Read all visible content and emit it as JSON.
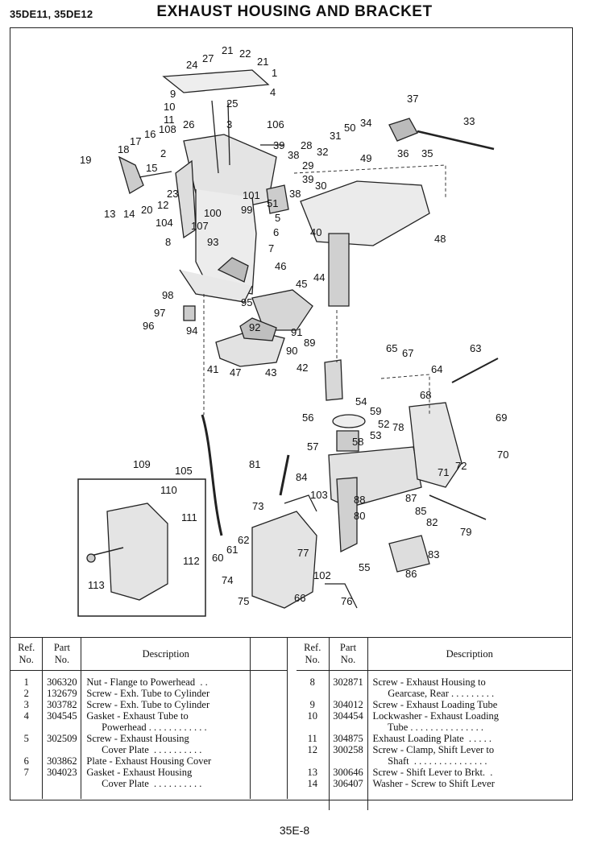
{
  "header": {
    "models": "35DE11, 35DE12",
    "title": "EXHAUST HOUSING AND BRACKET"
  },
  "diagram": {
    "callouts": [
      "1",
      "2",
      "3",
      "4",
      "5",
      "6",
      "7",
      "8",
      "9",
      "10",
      "11",
      "12",
      "13",
      "14",
      "15",
      "16",
      "17",
      "18",
      "19",
      "20",
      "21",
      "21",
      "22",
      "23",
      "24",
      "25",
      "26",
      "27",
      "28",
      "29",
      "30",
      "31",
      "32",
      "33",
      "34",
      "35",
      "36",
      "37",
      "38",
      "38",
      "39",
      "39",
      "40",
      "41",
      "42",
      "43",
      "44",
      "45",
      "46",
      "47",
      "48",
      "49",
      "50",
      "51",
      "52",
      "53",
      "54",
      "55",
      "56",
      "57",
      "58",
      "59",
      "60",
      "61",
      "62",
      "63",
      "64",
      "65",
      "66",
      "67",
      "68",
      "69",
      "70",
      "71",
      "72",
      "73",
      "74",
      "75",
      "76",
      "77",
      "78",
      "79",
      "80",
      "81",
      "82",
      "83",
      "84",
      "85",
      "86",
      "87",
      "88",
      "89",
      "90",
      "91",
      "92",
      "93",
      "94",
      "95",
      "96",
      "97",
      "98",
      "99",
      "100",
      "101",
      "102",
      "103",
      "104",
      "105",
      "106",
      "107",
      "108",
      "109",
      "110",
      "111",
      "112",
      "113"
    ]
  },
  "table": {
    "headers": {
      "ref": "Ref.\nNo.",
      "part": "Part\nNo.",
      "description": "Description"
    },
    "left_rows": [
      {
        "ref": "1",
        "part": "306320",
        "desc": "Nut - Flange to Powerhead  . ."
      },
      {
        "ref": "2",
        "part": "132679",
        "desc": "Screw - Exh. Tube to Cylinder"
      },
      {
        "ref": "3",
        "part": "303782",
        "desc": "Screw - Exh. Tube to Cylinder"
      },
      {
        "ref": "4",
        "part": "304545",
        "desc": "Gasket - Exhaust Tube to\n      Powerhead . . . . . . . . . . . ."
      },
      {
        "ref": "5",
        "part": "302509",
        "desc": "Screw - Exhaust Housing\n      Cover Plate  . . . . . . . . . ."
      },
      {
        "ref": "6",
        "part": "303862",
        "desc": "Plate - Exhaust Housing Cover"
      },
      {
        "ref": "7",
        "part": "304023",
        "desc": "Gasket - Exhaust Housing\n      Cover Plate  . . . . . . . . . ."
      }
    ],
    "right_rows": [
      {
        "ref": "8",
        "part": "302871",
        "desc": "Screw - Exhaust Housing to\n      Gearcase, Rear . . . . . . . . ."
      },
      {
        "ref": "9",
        "part": "304012",
        "desc": "Screw - Exhaust Loading Tube"
      },
      {
        "ref": "10",
        "part": "304454",
        "desc": "Lockwasher - Exhaust Loading\n      Tube . . . . . . . . . . . . . . ."
      },
      {
        "ref": "11",
        "part": "304875",
        "desc": "Exhaust Loading Plate  . . . . ."
      },
      {
        "ref": "12",
        "part": "300258",
        "desc": "Screw - Clamp, Shift Lever to\n      Shaft  . . . . . . . . . . . . . . ."
      },
      {
        "ref": "13",
        "part": "300646",
        "desc": "Screw - Shift Lever to Brkt.  ."
      },
      {
        "ref": "14",
        "part": "306407",
        "desc": "Washer - Screw to Shift Lever"
      }
    ]
  },
  "footer": {
    "page": "35E-8"
  }
}
